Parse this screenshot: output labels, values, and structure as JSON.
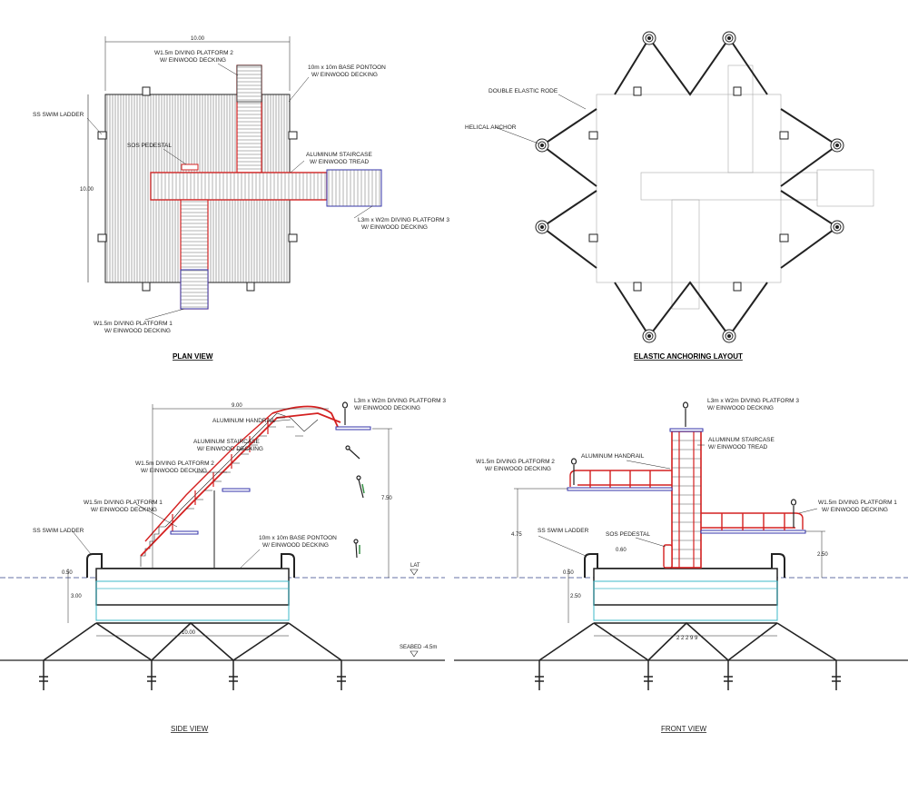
{
  "plan": {
    "title": "PLAN VIEW",
    "dim_width": "10.00",
    "dim_height": "10.00",
    "labels": {
      "platform2_a": "W1.5m DIVING PLATFORM 2",
      "platform2_b": "W/ EINWOOD DECKING",
      "pontoon_a": "10m x 10m BASE PONTOON",
      "pontoon_b": "W/ EINWOOD DECKING",
      "ladder": "SS SWIM LADDER",
      "sos": "SOS PEDESTAL",
      "stair_a": "ALUMINUM STAIRCASE",
      "stair_b": "W/ EINWOOD TREAD",
      "platform3_a": "L3m x W2m DIVING PLATFORM 3",
      "platform3_b": "W/ EINWOOD DECKING",
      "platform1_a": "W1.5m DIVING PLATFORM 1",
      "platform1_b": "W/ EINWOOD DECKING"
    }
  },
  "anchoring": {
    "title": "ELASTIC ANCHORING LAYOUT",
    "labels": {
      "rode": "DOUBLE ELASTIC RODE",
      "anchor": "HELICAL ANCHOR"
    }
  },
  "side": {
    "title": "SIDE VIEW",
    "dim_top": "9.00",
    "dim_height": "7.50",
    "dim_freeboard": "0.50",
    "dim_depth": "3.00",
    "dim_base": "10.00",
    "lat": "LAT",
    "seabed": "SEABED -4.5m",
    "labels": {
      "platform3_a": "L3m x W2m DIVING PLATFORM 3",
      "platform3_b": "W/ EINWOOD DECKING",
      "handrail": "ALUMINUM HANDRAIL",
      "stair_a": "ALUMINUM STAIRCASE",
      "stair_b": "W/ EINWOOD DECKING",
      "platform2_a": "W1.5m DIVING PLATFORM 2",
      "platform2_b": "W/ EINWOOD DECKING",
      "platform1_a": "W1.5m DIVING PLATFORM 1",
      "platform1_b": "W/ EINWOOD DECKING",
      "ladder": "SS SWIM LADDER",
      "pontoon_a": "10m x 10m BASE PONTOON",
      "pontoon_b": "W/ EINWOOD DECKING"
    }
  },
  "front": {
    "title": "FRONT VIEW",
    "dim_height": "4.75",
    "dim_right": "2.50",
    "dim_freeboard": "0.50",
    "dim_depth": "2.50",
    "dim_sos": "0.60",
    "dim_base": "2 2 2 9 9",
    "labels": {
      "platform3_a": "L3m x W2m DIVING PLATFORM 3",
      "platform3_b": "W/ EINWOOD DECKING",
      "handrail": "ALUMINUM HANDRAIL",
      "stair_a": "ALUMINUM STAIRCASE",
      "stair_b": "W/ EINWOOD TREAD",
      "platform2_a": "W1.5m DIVING PLATFORM 2",
      "platform2_b": "W/ EINWOOD DECKING",
      "platform1_a": "W1.5m DIVING PLATFORM 1",
      "platform1_b": "W/ EINWOOD DECKING",
      "ladder": "SS SWIM LADDER",
      "sos": "SOS PEDESTAL"
    }
  },
  "colors": {
    "steel": "#d42020",
    "outline": "#222222",
    "blue": "#3333aa",
    "cyan": "#3cb8c8",
    "water": "#334488"
  }
}
